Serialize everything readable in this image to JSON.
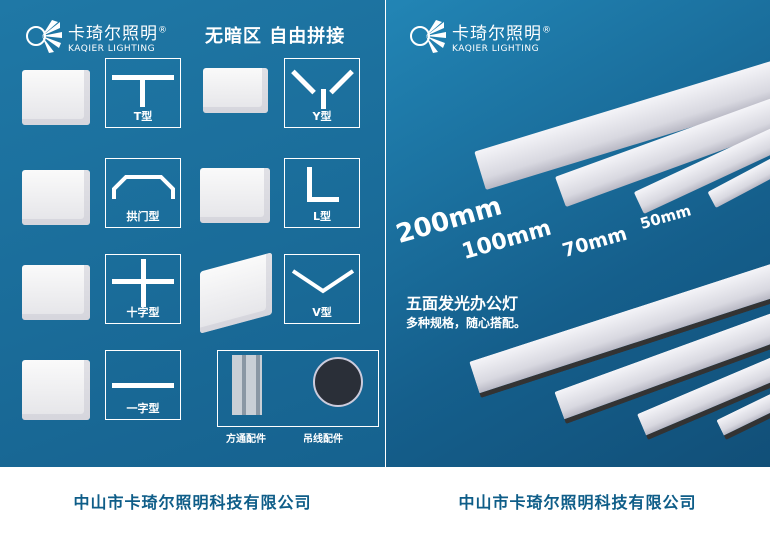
{
  "brand": {
    "name_cn": "卡琦尔照明",
    "name_en": "KAQIER LIGHTING",
    "registered": "®"
  },
  "left": {
    "headline": "无暗区 自由拼接",
    "connectors": [
      {
        "label": "T型"
      },
      {
        "label": "Y型"
      },
      {
        "label": "拱门型"
      },
      {
        "label": "L型"
      },
      {
        "label": "十字型"
      },
      {
        "label": "V型"
      },
      {
        "label": "一字型"
      }
    ],
    "accessories": [
      {
        "label": "方通配件"
      },
      {
        "label": "吊线配件"
      }
    ]
  },
  "right": {
    "sizes": [
      "200mm",
      "100mm",
      "70mm",
      "50mm"
    ],
    "title": "五面发光办公灯",
    "subtitle": "多种规格，随心搭配。"
  },
  "footer": {
    "company": "中山市卡琦尔照明科技有限公司"
  },
  "colors": {
    "panel": "#1a6d9a",
    "footer_text": "#0e5d88"
  }
}
